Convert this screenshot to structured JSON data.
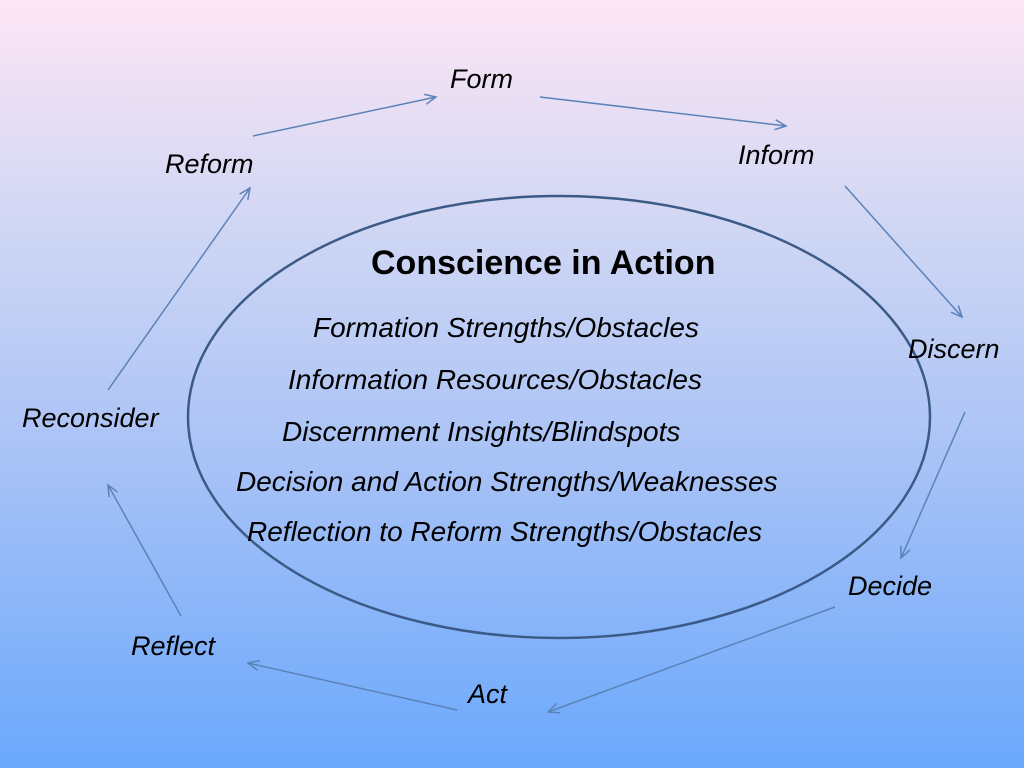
{
  "title": "Conscience in Action",
  "inner_lines": [
    "Formation Strengths/Obstacles",
    "Information Resources/Obstacles",
    "Discernment Insights/Blindspots",
    "Decision and Action Strengths/Weaknesses",
    "Reflection to Reform Strengths/Obstacles"
  ],
  "cycle": [
    "Form",
    "Inform",
    "Discern",
    "Decide",
    "Act",
    "Reflect",
    "Reconsider",
    "Reform"
  ],
  "colors": {
    "ellipse_stroke": "#3c5a86",
    "arrow": "#5b82b8"
  }
}
